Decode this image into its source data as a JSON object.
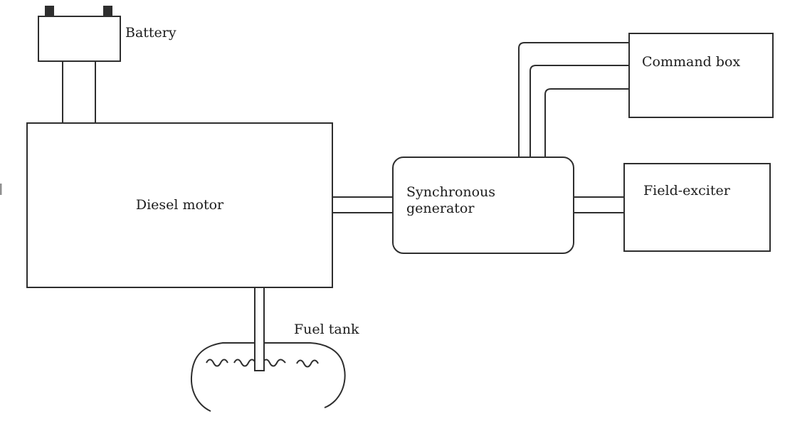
{
  "diagram": {
    "background": "#ffffff",
    "line_color": "#2e2e2e",
    "terminal_color": "#2e2e2e",
    "nodes": {
      "battery": {
        "label": "Battery"
      },
      "diesel_motor": {
        "label": "Diesel motor"
      },
      "synchronous_generator": {
        "label": "Synchronous generator"
      },
      "command_box": {
        "label": "Command box"
      },
      "field_exciter": {
        "label": "Field-exciter"
      },
      "fuel_tank": {
        "label": "Fuel tank"
      }
    },
    "connections": [
      {
        "from": "battery",
        "to": "diesel_motor",
        "style": "two parallel wires"
      },
      {
        "from": "diesel_motor",
        "to": "synchronous_generator",
        "style": "two parallel shaft lines"
      },
      {
        "from": "synchronous_generator",
        "to": "command_box",
        "style": "three bent wires"
      },
      {
        "from": "synchronous_generator",
        "to": "field_exciter",
        "style": "two parallel wires"
      },
      {
        "from": "diesel_motor",
        "to": "fuel_tank",
        "style": "fuel pipe with closed tip dipping into tank"
      }
    ]
  }
}
